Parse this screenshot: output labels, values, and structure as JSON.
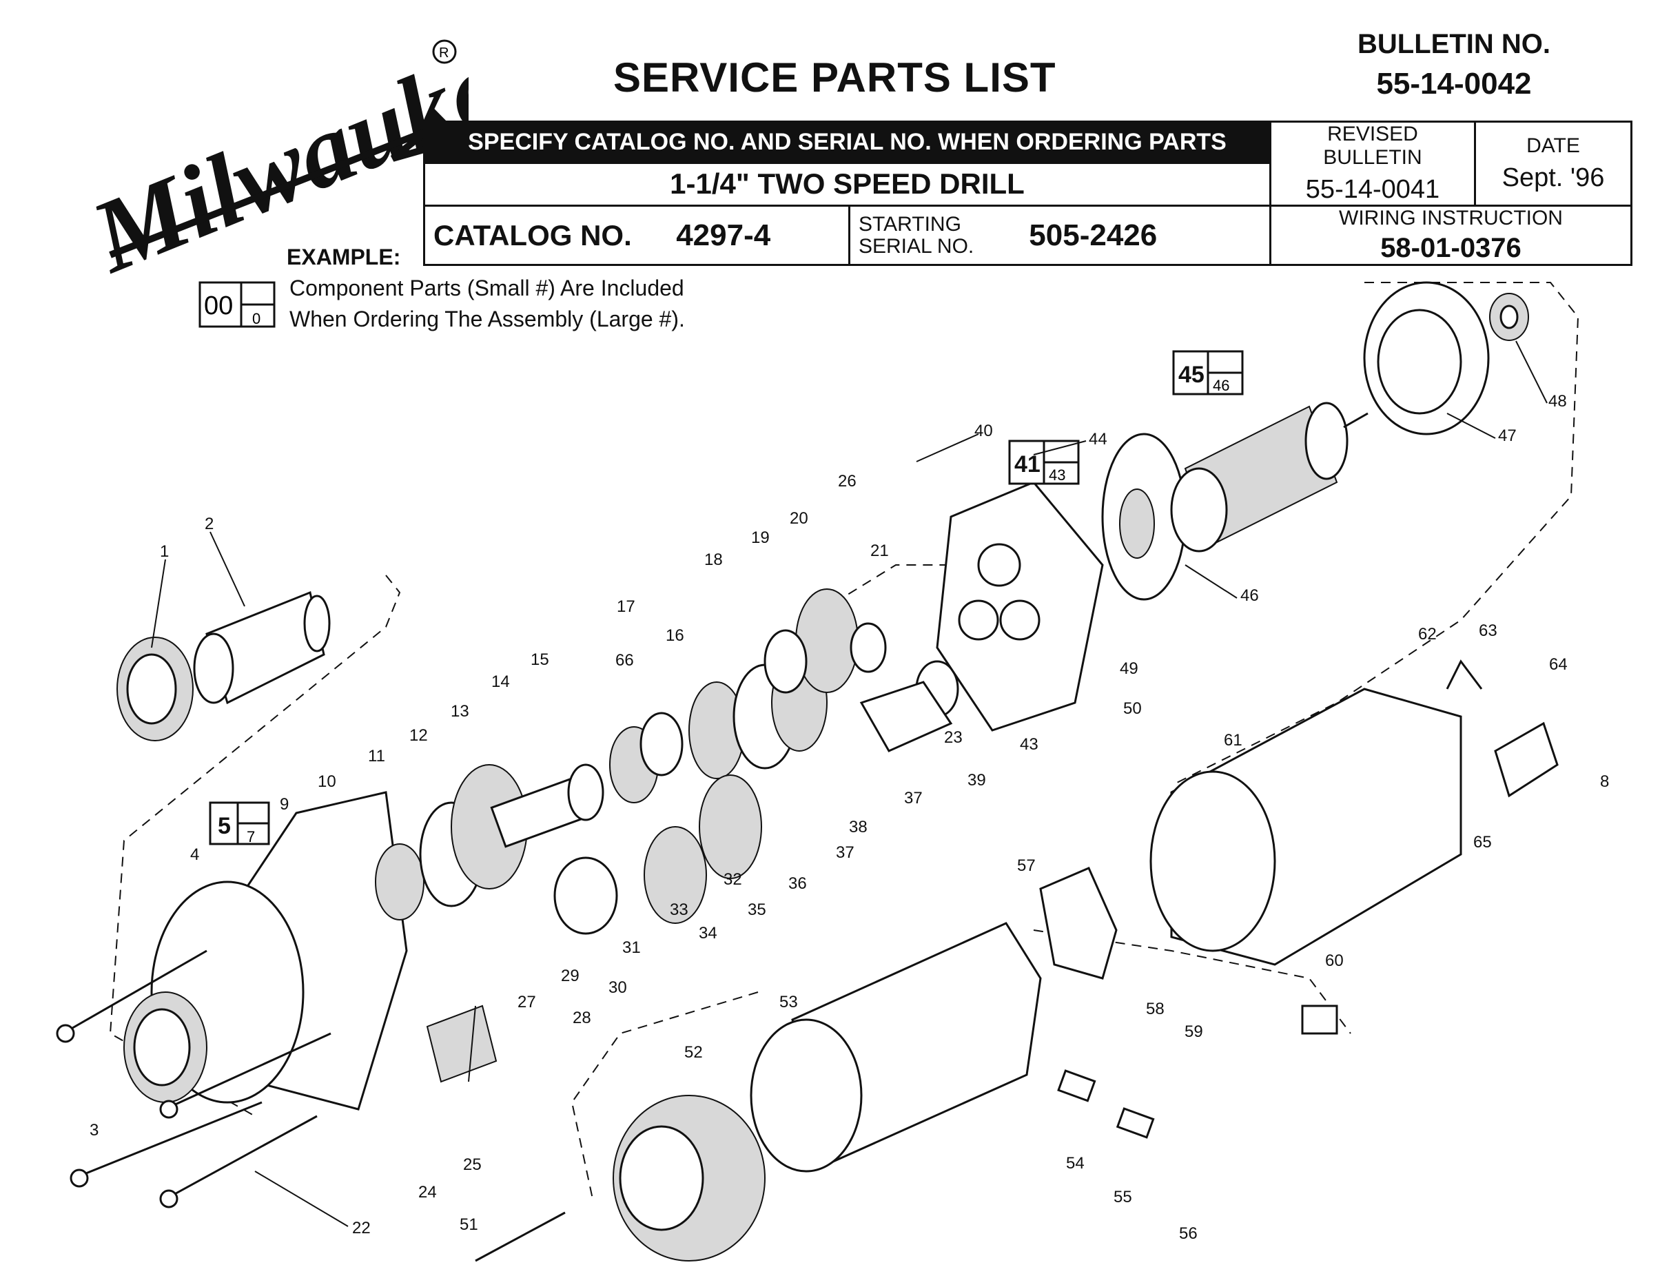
{
  "brand": "Milwaukee",
  "title": "SERVICE PARTS LIST",
  "bulletin": {
    "label": "BULLETIN NO.",
    "number": "55-14-0042"
  },
  "header": {
    "specify": "SPECIFY CATALOG NO. AND SERIAL NO. WHEN ORDERING PARTS",
    "description": "1-1/4\" TWO SPEED DRILL",
    "catalog_label": "CATALOG NO.",
    "catalog_no": "4297-4",
    "serial_label_1": "STARTING",
    "serial_label_2": "SERIAL NO.",
    "serial_no": "505-2426",
    "revised_label": "REVISED BULLETIN",
    "revised_no": "55-14-0041",
    "date_label": "DATE",
    "date": "Sept. '96",
    "wiring_label": "WIRING INSTRUCTION",
    "wiring_no": "58-01-0376"
  },
  "example": {
    "label": "EXAMPLE:",
    "box_large": "00",
    "box_small": "0",
    "line1": "Component Parts (Small #) Are Included",
    "line2": "When Ordering The Assembly (Large #)."
  },
  "assembly_boxes": [
    {
      "large": "5",
      "small": "7"
    },
    {
      "large": "41",
      "small": "43"
    },
    {
      "large": "45",
      "small": "46"
    }
  ],
  "part_numbers": [
    "1",
    "2",
    "3",
    "4",
    "8",
    "9",
    "10",
    "11",
    "12",
    "13",
    "14",
    "15",
    "16",
    "17",
    "18",
    "19",
    "20",
    "21",
    "22",
    "23",
    "24",
    "25",
    "26",
    "27",
    "28",
    "29",
    "30",
    "31",
    "32",
    "33",
    "34",
    "35",
    "36",
    "37",
    "37",
    "38",
    "39",
    "40",
    "43",
    "44",
    "46",
    "47",
    "48",
    "49",
    "50",
    "51",
    "52",
    "53",
    "54",
    "55",
    "56",
    "57",
    "58",
    "59",
    "60",
    "61",
    "62",
    "63",
    "64",
    "65",
    "66"
  ]
}
